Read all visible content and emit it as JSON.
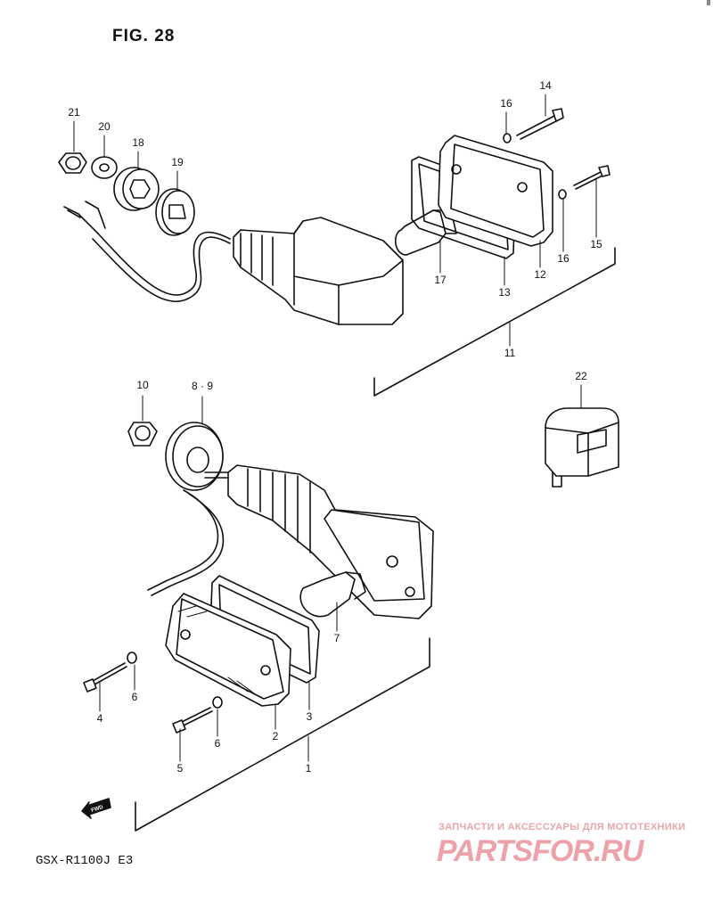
{
  "figure": {
    "title": "FIG. 28",
    "model": "GSX-R1100J  E3"
  },
  "callouts": [
    "21",
    "20",
    "18",
    "19",
    "16",
    "14",
    "15",
    "16",
    "17",
    "13",
    "12",
    "11",
    "10",
    "8 · 9",
    "22",
    "7",
    "4",
    "6",
    "6",
    "5",
    "2",
    "3",
    "1"
  ],
  "fwd_label": "FWD",
  "watermark": {
    "text": "ЗАПЧАСТИ И АКСЕССУАРЫ ДЛЯ МОТОТЕХНИКИ",
    "logo": "PARTSFOR.RU"
  },
  "colors": {
    "ink": "#111111",
    "paper": "#ffffff",
    "watermark": "#eda2aa"
  }
}
